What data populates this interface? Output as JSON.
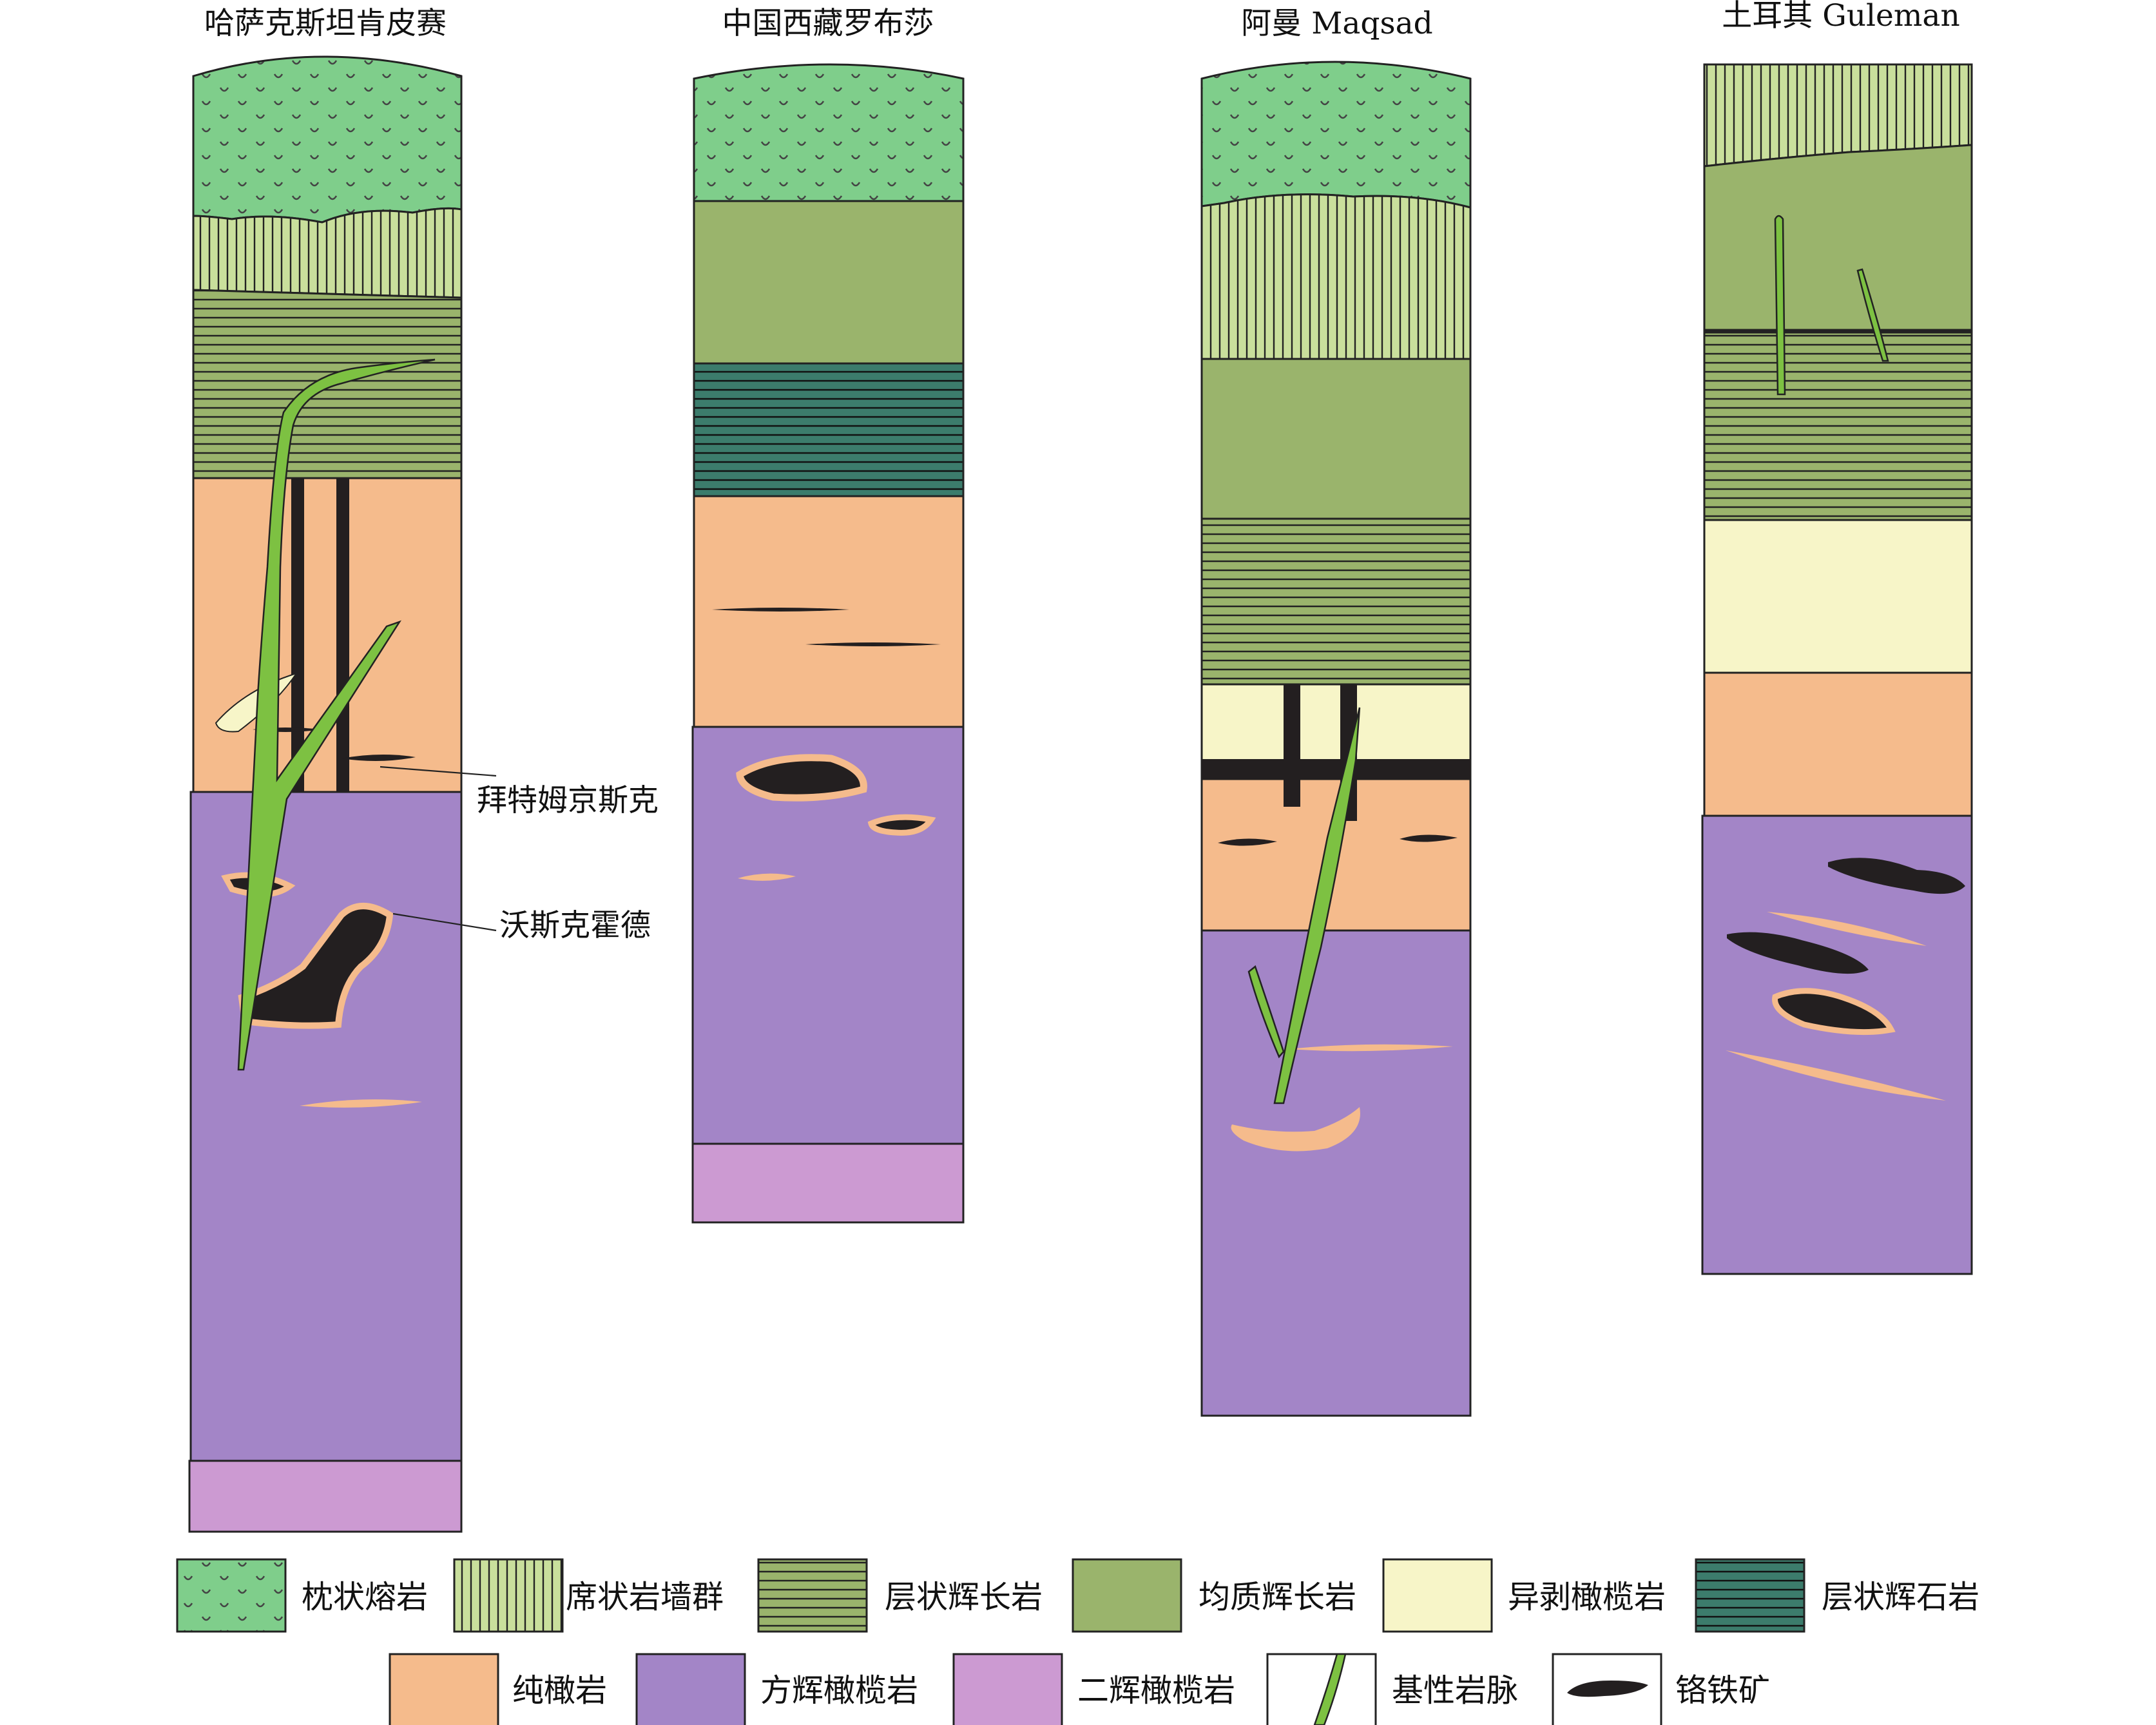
{
  "columns": [
    {
      "id": "kz",
      "title": "哈萨克斯坦肯皮赛"
    },
    {
      "id": "tibet",
      "title": "中国西藏罗布莎"
    },
    {
      "id": "oman",
      "title": "阿曼 Maqsad"
    },
    {
      "id": "turkey",
      "title": "土耳其 Guleman"
    }
  ],
  "callouts": [
    {
      "id": "callout-1",
      "text": "拜特姆京斯克"
    },
    {
      "id": "callout-2",
      "text": "沃斯克霍德"
    }
  ],
  "legend": [
    {
      "id": "pillow-lava",
      "label": "枕状熔岩",
      "color": "#7fce8b"
    },
    {
      "id": "sheeted-dikes",
      "label": "席状岩墙群",
      "color": "#c9df9c"
    },
    {
      "id": "layered-gabbro",
      "label": "层状辉长岩",
      "color": "#9ab46c"
    },
    {
      "id": "isotropic-gabbro",
      "label": "均质辉长岩",
      "color": "#9ab46c"
    },
    {
      "id": "hetero-peridotite",
      "label": "异剥橄榄岩",
      "color": "#f7f5c8"
    },
    {
      "id": "layered-pyroxenite",
      "label": "层状辉石岩",
      "color": "#3c7c6c"
    },
    {
      "id": "dunite",
      "label": "纯橄岩",
      "color": "#f5bb8c"
    },
    {
      "id": "harzburgite",
      "label": "方辉橄榄岩",
      "color": "#a385c7"
    },
    {
      "id": "lherzolite",
      "label": "二辉橄榄岩",
      "color": "#cc9ad2"
    },
    {
      "id": "mafic-dike",
      "label": "基性岩脉",
      "color": "#7dc142"
    },
    {
      "id": "chromitite",
      "label": "铬铁矿",
      "color": "#231f20"
    }
  ]
}
